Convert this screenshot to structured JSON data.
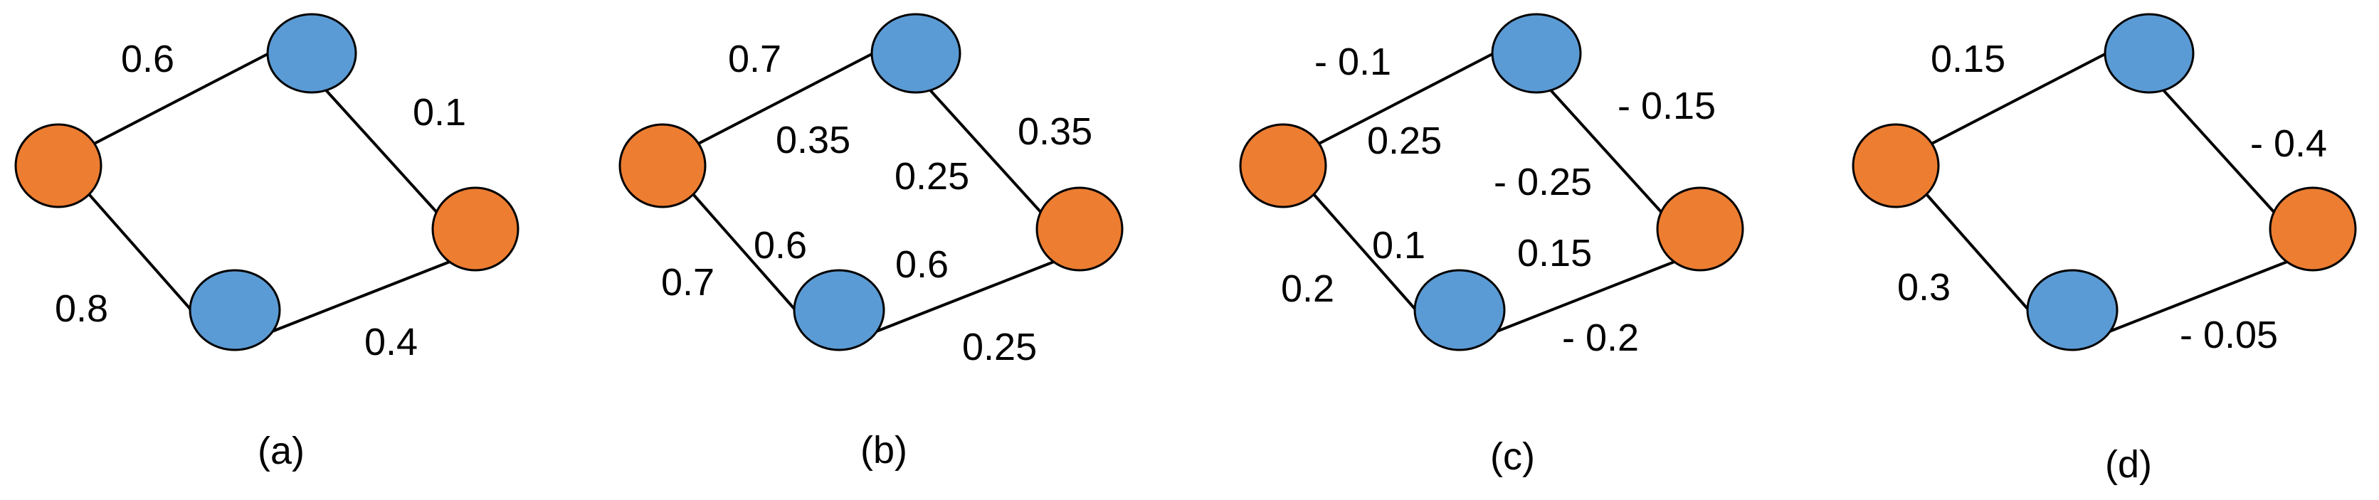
{
  "colors": {
    "orange": "#ED7D31",
    "blue": "#5B9BD5",
    "edge": "#000000"
  },
  "panels": [
    {
      "caption": "(a)",
      "edges": {
        "top_left": [
          "0.6"
        ],
        "top_right": [
          "0.1"
        ],
        "bottom_left": [
          "0.8"
        ],
        "bottom_right": [
          "0.4"
        ]
      }
    },
    {
      "caption": "(b)",
      "edges": {
        "top_left": [
          "0.7",
          "0.35"
        ],
        "top_right": [
          "0.35",
          "0.25"
        ],
        "bottom_left": [
          "0.7",
          "0.6"
        ],
        "bottom_right": [
          "0.25",
          "0.6"
        ]
      }
    },
    {
      "caption": "(c)",
      "edges": {
        "top_left": [
          "- 0.1",
          "0.25"
        ],
        "top_right": [
          "- 0.15",
          "- 0.25"
        ],
        "bottom_left": [
          "0.2",
          "0.1"
        ],
        "bottom_right": [
          "- 0.2",
          "0.15"
        ]
      }
    },
    {
      "caption": "(d)",
      "edges": {
        "top_left": [
          "0.15"
        ],
        "top_right": [
          "- 0.4"
        ],
        "bottom_left": [
          "0.3"
        ],
        "bottom_right": [
          "- 0.05"
        ]
      }
    }
  ]
}
